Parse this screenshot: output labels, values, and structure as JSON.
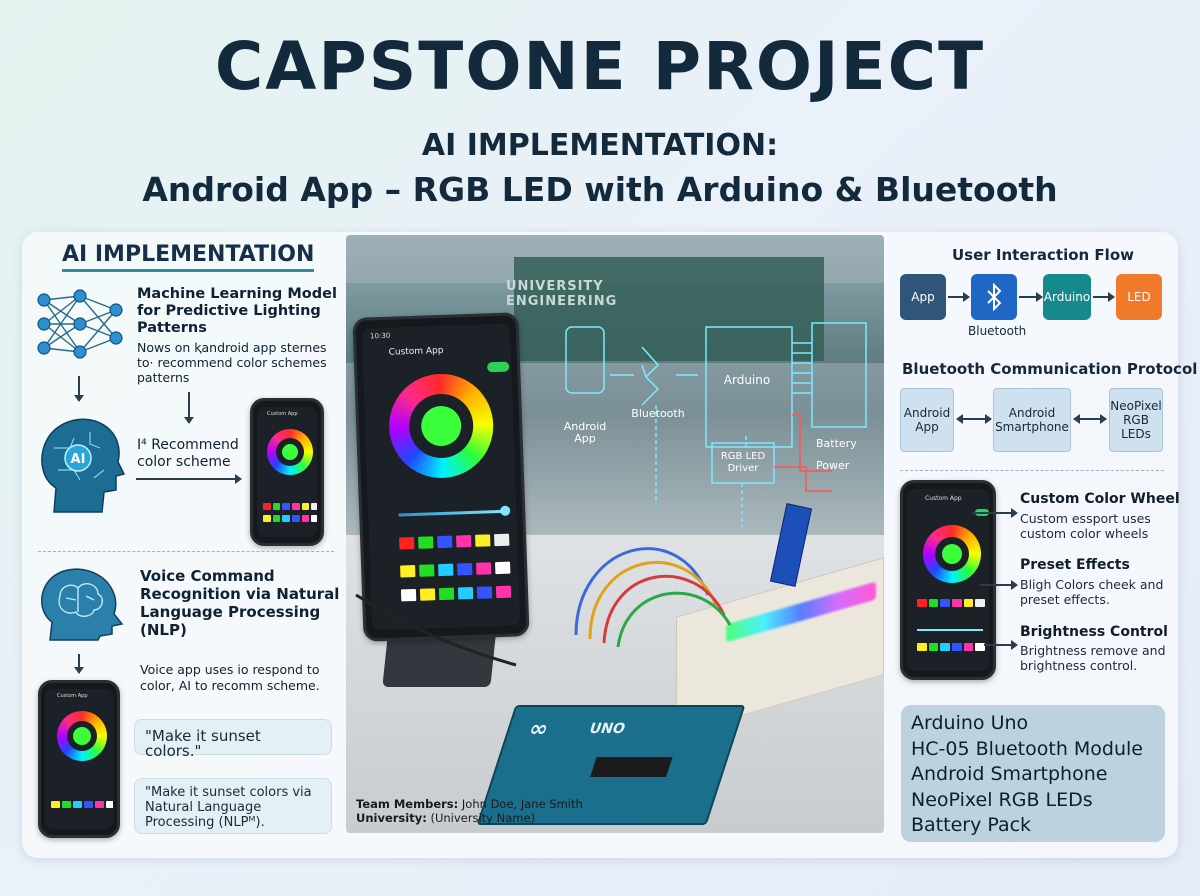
{
  "header": {
    "title": "CAPSTONE PROJECT",
    "subtitle1": "AI IMPLEMENTATION:",
    "subtitle2": "Android App – RGB LED with Arduino & Bluetooth"
  },
  "left": {
    "section_title": "AI IMPLEMENTATION",
    "ml": {
      "heading": "Machine Learning Model for Predictive Lighting Patterns",
      "body": "Nows on ⱪandroid app sternes to· recommend color schemes patterns",
      "recommend": "Ⅰ⁴ Recommend color scheme",
      "phone_title": "Custom App"
    },
    "voice": {
      "heading": "Voice Command Recognition via Natural Language Processing (NLP)",
      "body": "Voice app uses io respond to color, AI to recomm scheme.",
      "bubble1": "\"Make it sunset colors.\"",
      "bubble2": "\"Make it sunset colors via Natural Language Processing (NLPᴹ).",
      "phone_title": "Custom App"
    },
    "ai_label": "AI"
  },
  "center": {
    "room_sign": "UNIVERSITY ENGINEERING",
    "phone_time": "10:30",
    "phone_title": "Custom App",
    "diagram": {
      "android_app": "Android App",
      "bluetooth": "Bluetooth",
      "arduino": "Arduino",
      "rgb_driver": "RGB LED Driver",
      "battery": "Battery",
      "power": "Power"
    },
    "arduino_logo": "∞",
    "arduino_brand": "UNO",
    "credits": {
      "team_label": "Team Members:",
      "team_value": "John Doe, Jane Smith",
      "univ_label": "University:",
      "univ_value": "(University Name)"
    }
  },
  "right": {
    "flow": {
      "title": "User Interaction Flow",
      "app": "App",
      "bluetooth": "Bluetooth",
      "arduino": "Arduino",
      "led": "LED"
    },
    "protocol": {
      "title": "Bluetooth Communication Protocol",
      "box1": "Android App",
      "box2": "Android Smartphone",
      "box3": "NeoPixel RGB LEDs"
    },
    "features": {
      "phone_title": "Custom App",
      "wheel_h": "Custom Color Wheel",
      "wheel_p": "Custom essport uses custom color wheels",
      "preset_h": "Preset Effects",
      "preset_p": "Bligh Colors cheek and preset effects.",
      "bright_h": "Brightness Control",
      "bright_p": "Brightness remove and brightness control."
    },
    "hardware": [
      "Arduino Uno",
      "HC-05 Bluetooth Module",
      "Android Smartphone",
      "NeoPixel RGB LEDs",
      "Battery Pack"
    ]
  },
  "colors": {
    "accent": "#2c8fa6",
    "app_box": "#2f5578",
    "bt_box": "#1f67c4",
    "arduino_box": "#15898c",
    "led_box": "#f07a2a"
  }
}
